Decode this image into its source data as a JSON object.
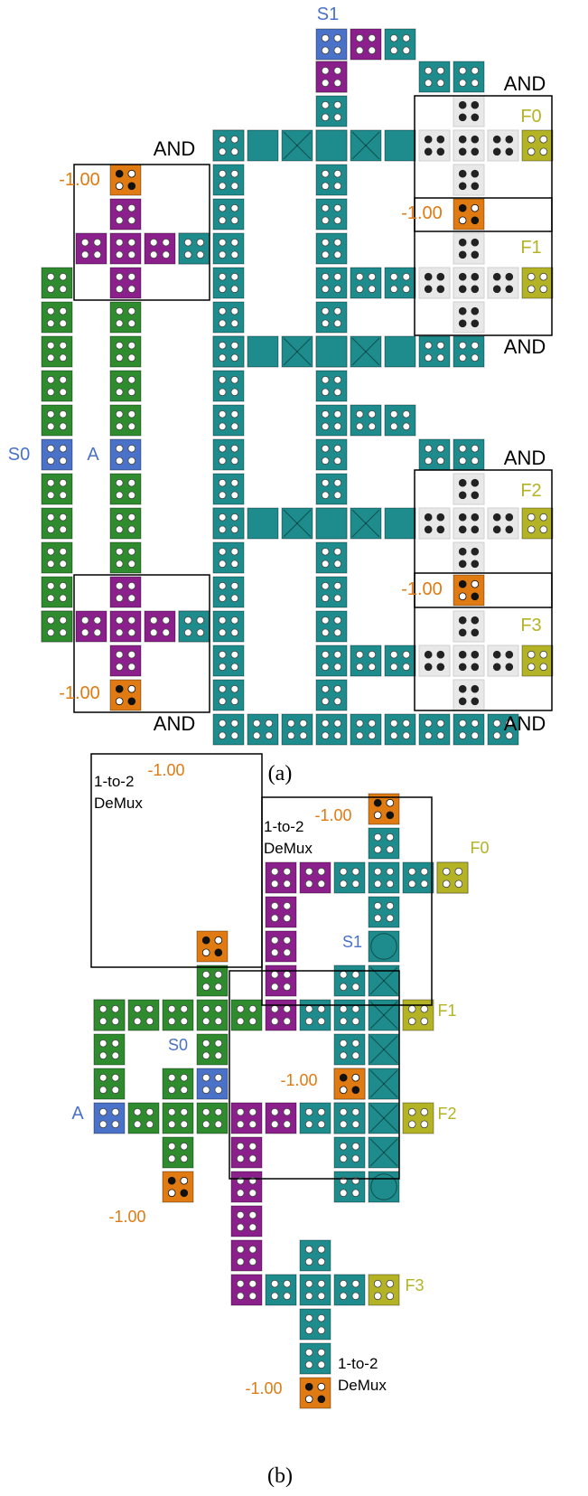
{
  "panel_a": {
    "caption": "(a)",
    "labels": {
      "s1": "S1",
      "s0": "S0",
      "a": "A",
      "f0": "F0",
      "f1": "F1",
      "f2": "F2",
      "f3": "F3",
      "and": "AND",
      "neg": "-1.00"
    }
  },
  "panel_b": {
    "caption": "(b)",
    "labels": {
      "s1": "S1",
      "s0": "S0",
      "a": "A",
      "f0": "F0",
      "f1": "F1",
      "f2": "F2",
      "f3": "F3",
      "neg": "-1.00",
      "demux_line1": "1-to-2",
      "demux_line2": "DeMux"
    }
  },
  "colors": {
    "teal": "#1e8c8c",
    "green": "#2e8b2e",
    "purple": "#8b1f8b",
    "blue": "#4a72c8",
    "orange": "#e07a12",
    "olive": "#b3b325",
    "light": "#e8e8e8",
    "text_blue": "#4a72c8",
    "text_orange": "#e07a12",
    "text_olive": "#b3b325",
    "text_black": "#000000"
  },
  "icons": {
    "tile_dots": "four-dot-tile-icon",
    "tile_weight": "weight-tile-icon",
    "tile_cross": "crossed-tile-icon",
    "tile_circle": "circle-tile-icon",
    "tile_solid": "solid-tile-icon"
  }
}
